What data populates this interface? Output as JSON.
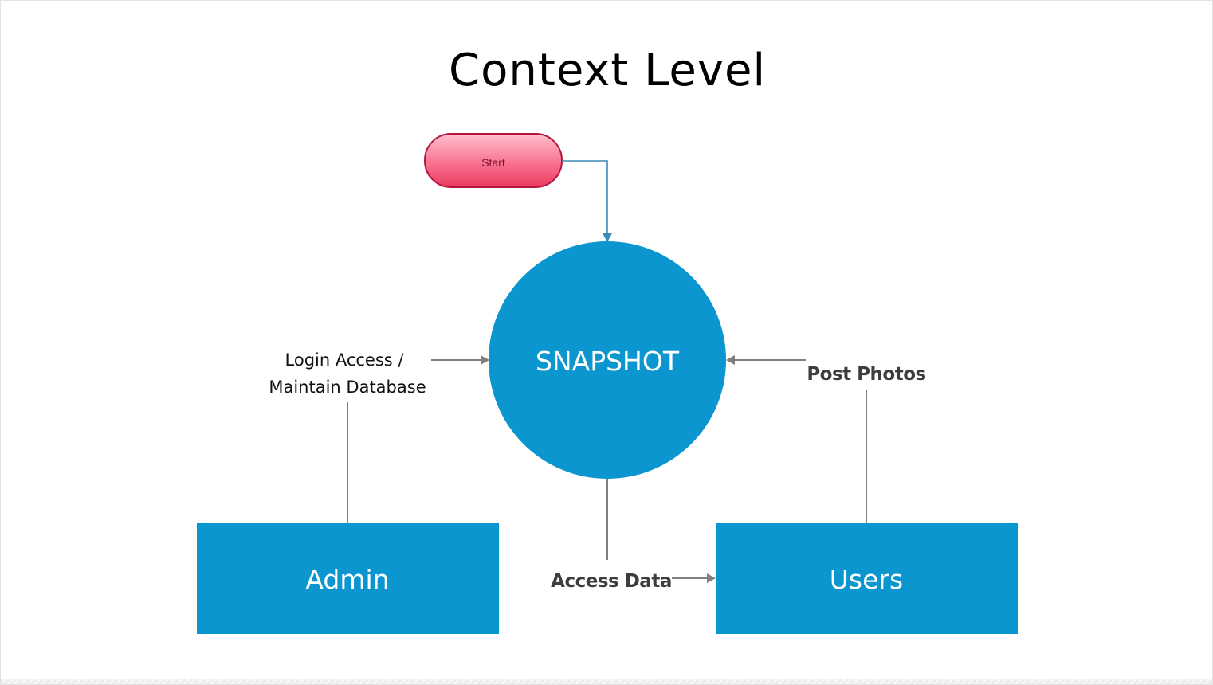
{
  "title": "Context Level",
  "start_node": {
    "label": "Start"
  },
  "process": {
    "label": "SNAPSHOT"
  },
  "entities": {
    "admin": "Admin",
    "users": "Users"
  },
  "flows": {
    "admin_to_process_line1": "Login Access /",
    "admin_to_process_line2": "Maintain Database",
    "users_to_process": "Post Photos",
    "process_to_users": "Access Data"
  },
  "colors": {
    "process_fill": "#0b96cf",
    "entity_fill": "#0b96cf",
    "start_fill_top": "#ffb3c4",
    "start_fill_bottom": "#ef4b6d",
    "start_stroke": "#b4163e",
    "connector": "#7f7f7f",
    "start_connector": "#3b8ab8"
  }
}
